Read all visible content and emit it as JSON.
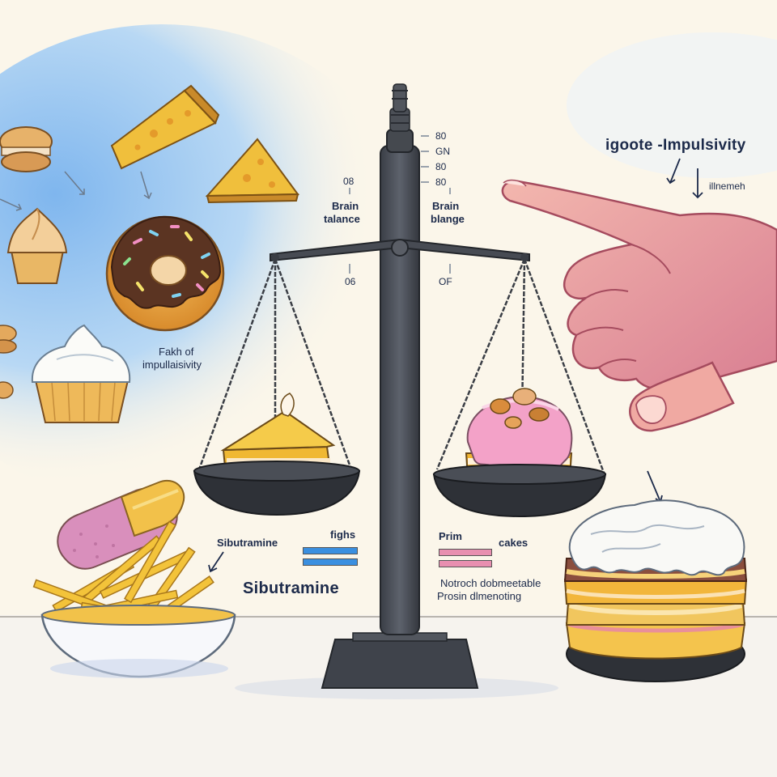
{
  "labels": {
    "impulsivity_heading": "igoote -Impulsivity",
    "illnemeh": "illnemeh",
    "falsh_line1": "Fakh of",
    "falsh_line2": "impullaisivity",
    "brain_left_line1": "Brain",
    "brain_left_line2": "talance",
    "brain_right_line1": "Brain",
    "brain_right_line2": "blange",
    "tick_left_top": "08",
    "tick_left_bottom": "06",
    "tick_right_bottom": "OF",
    "scale_tick_1": "80",
    "scale_tick_2": "GN",
    "scale_tick_3": "80",
    "scale_tick_4": "80",
    "sibutramine_small": "Sibutramine",
    "sibutramine_big": "Sibutramine",
    "fighs": "fighs",
    "prim": "Prim",
    "cakes": "cakes",
    "bottom_note_line1": "Notroch dobmeetable",
    "bottom_note_line2": "Prosin dlmenoting"
  },
  "colors": {
    "background": "#fbf6ea",
    "sky_blue": "#9cc8f0",
    "scale_metal": "#4a4e57",
    "legend_blue": "#3a8fe0",
    "legend_pink": "#e88fb0",
    "skin": "#e99a92"
  },
  "icons": [
    "macaron-icon",
    "pizza-slice-icon",
    "donut-icon",
    "cupcake-icon",
    "cake-slice-icon",
    "frosted-cake-icon",
    "fries-icon",
    "pill-icon",
    "layer-cake-icon",
    "pointing-hand-icon",
    "balance-scale-icon"
  ]
}
